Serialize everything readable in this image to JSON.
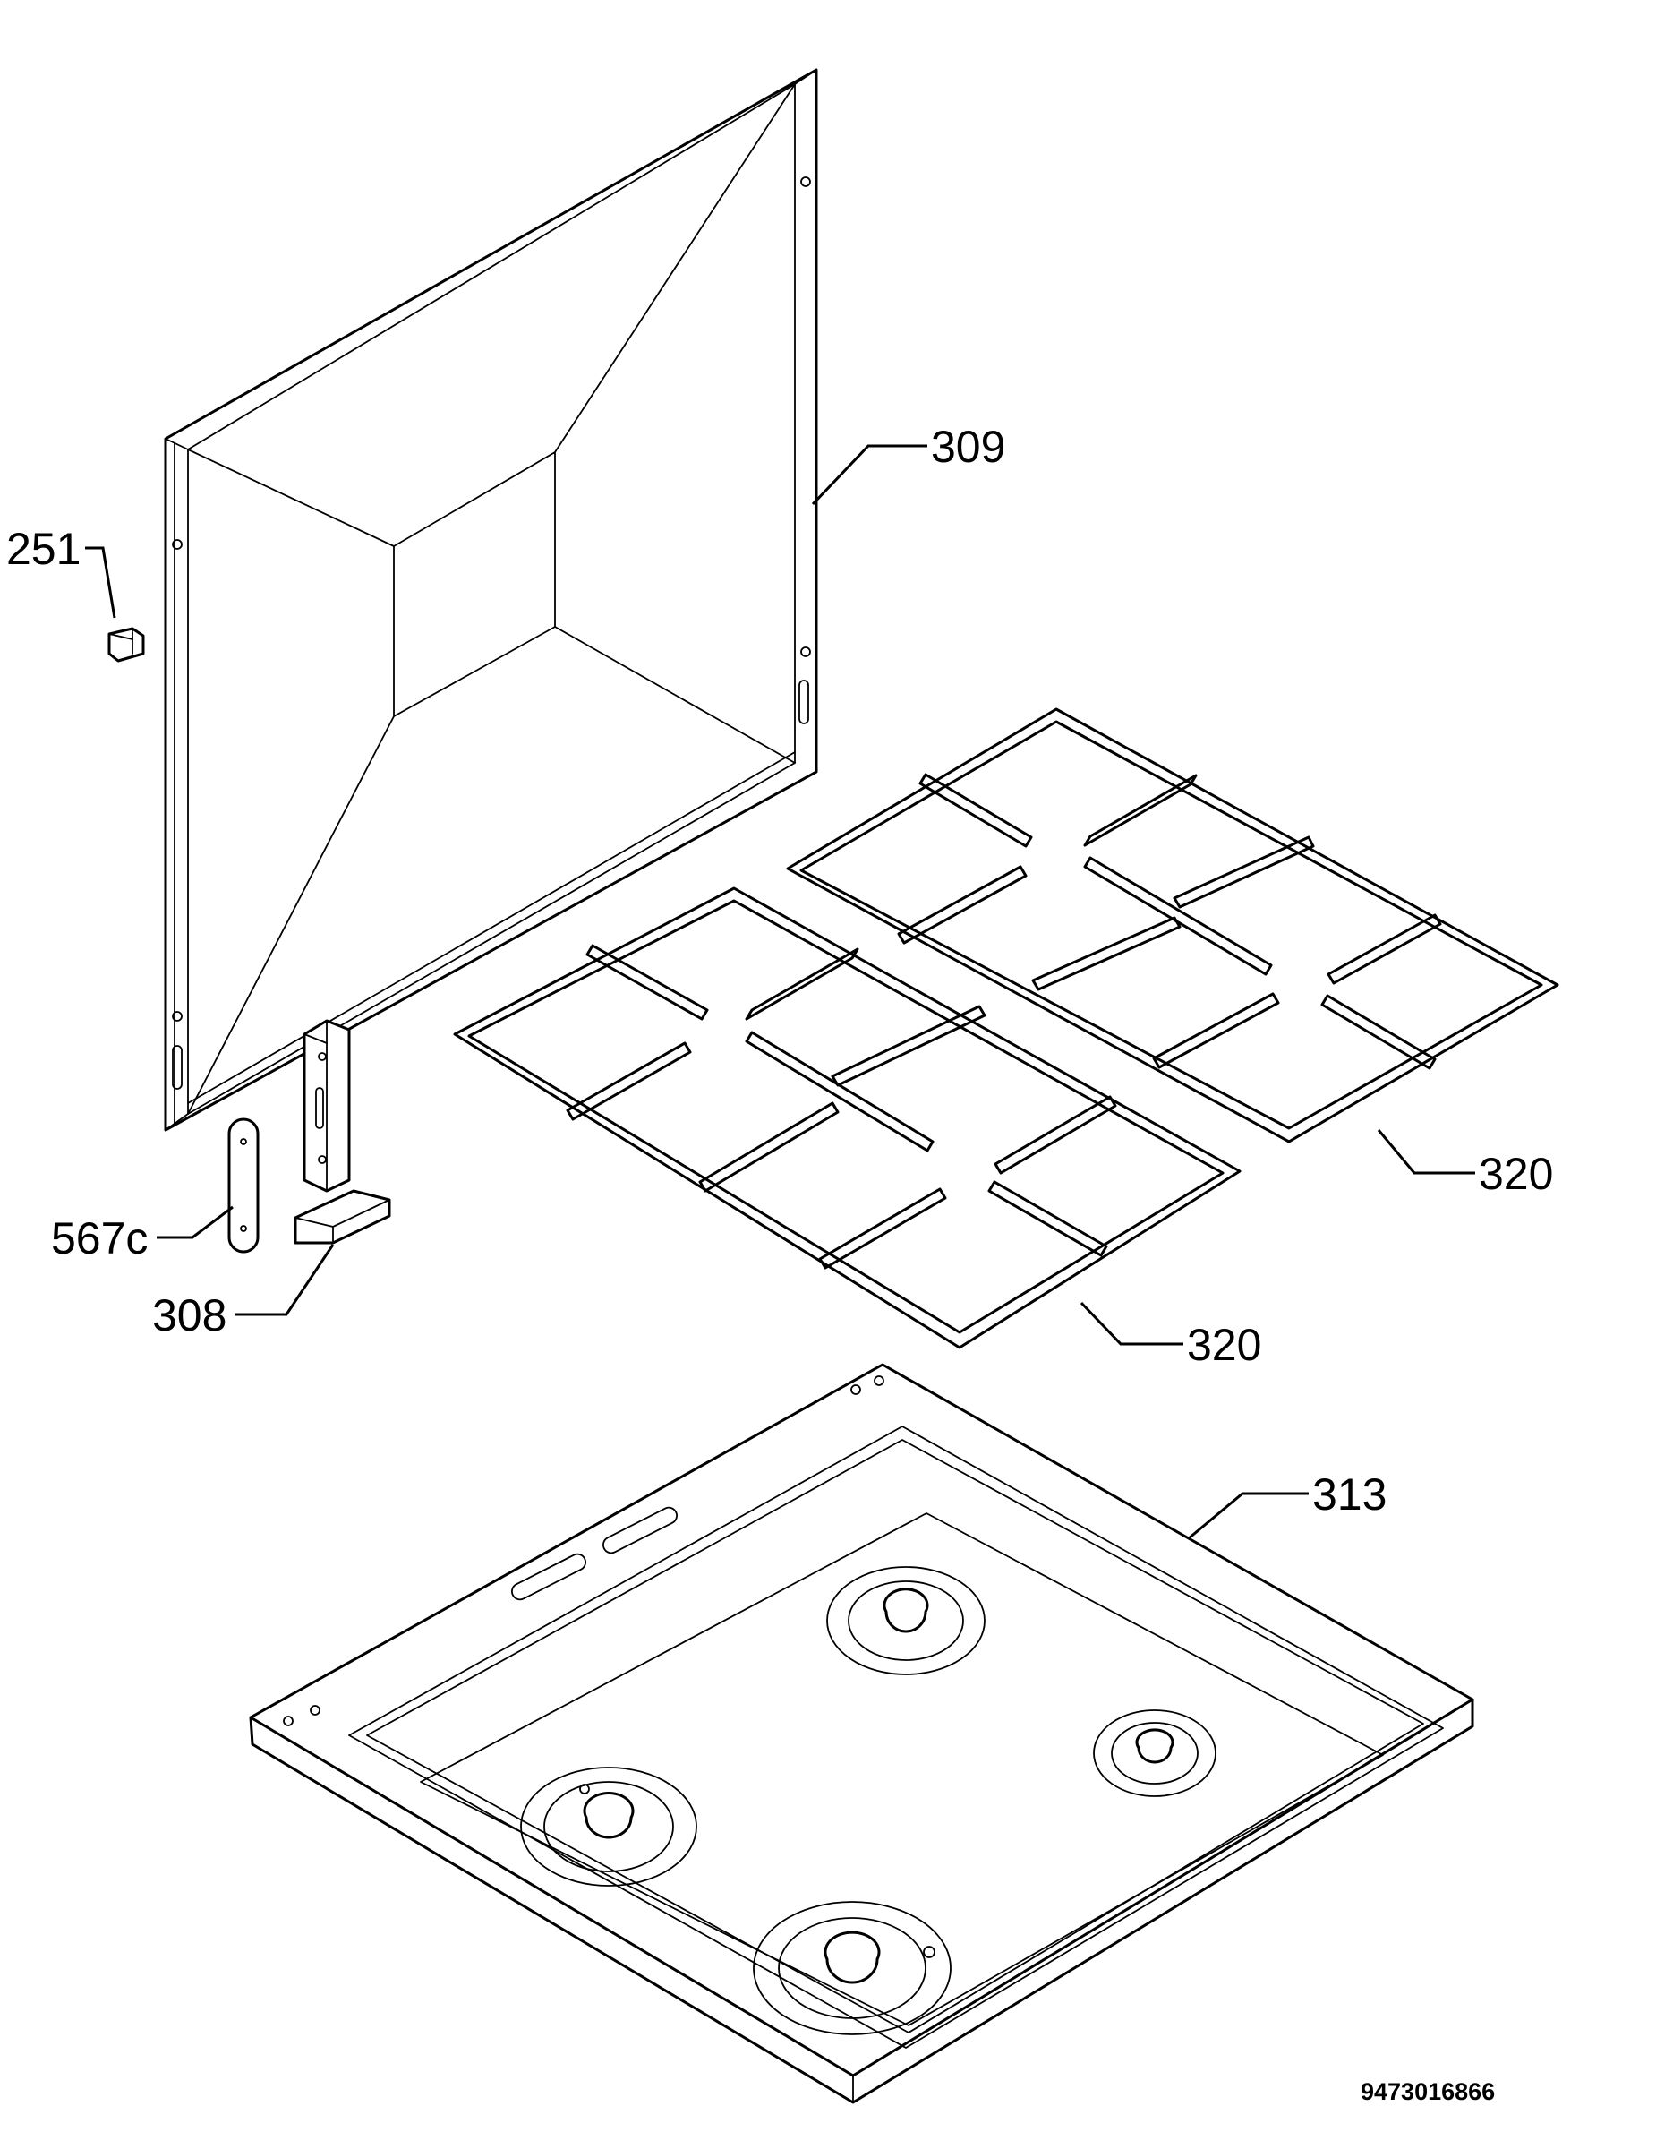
{
  "callouts": {
    "c251": "251",
    "c309": "309",
    "c320_upper": "320",
    "c320_lower": "320",
    "c567c": "567c",
    "c308": "308",
    "c313": "313"
  },
  "document_id": "9473016866"
}
